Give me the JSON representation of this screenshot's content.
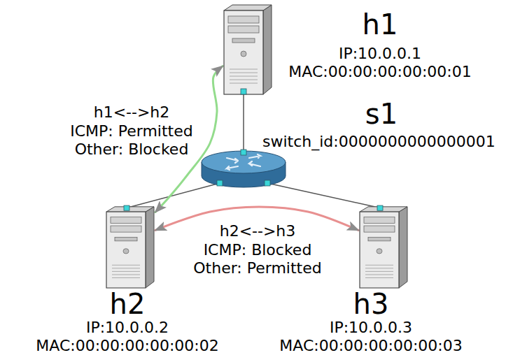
{
  "diagram": {
    "nodes": [
      {
        "text": [
          "h1",
          "IP:10.0.0.1",
          "MAC:00:00:00:00:00:01"
        ]
      },
      {
        "text": [
          "s1",
          "switch_id:0000000000000001"
        ]
      },
      {
        "text": [
          "h2",
          "IP:10.0.0.2",
          "MAC:00:00:00:00:00:02"
        ]
      },
      {
        "text": [
          "h3",
          "IP:10.0.0.3",
          "MAC:00:00:00:00:00:03"
        ]
      }
    ],
    "edges": [
      {
        "from": 0,
        "to": 1,
        "arrow": "none"
      },
      {
        "from": 1,
        "to": 2,
        "arrow": "none"
      },
      {
        "from": 1,
        "to": 3,
        "arrow": "none"
      },
      {
        "from": 0,
        "to": 2,
        "arrow": "both"
      },
      {
        "from": 2,
        "to": 3,
        "arrow": "both"
      }
    ],
    "labels": [
      "h1<-->h2",
      "ICMP: Permitted",
      "Other: Blocked",
      "h2<-->h3",
      "ICMP: Blocked",
      "Other: Permitted"
    ]
  }
}
